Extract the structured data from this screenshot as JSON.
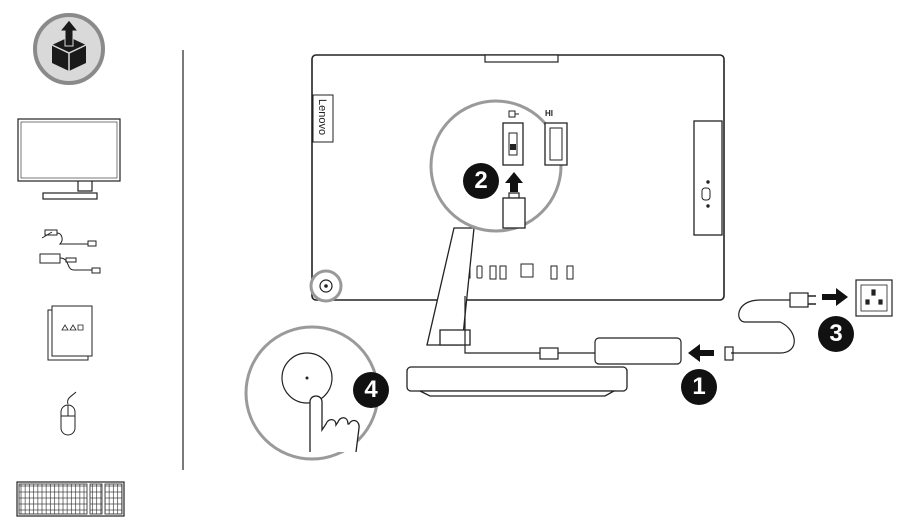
{
  "monitor": {
    "brand": "Lenovo"
  },
  "steps": [
    {
      "number": "1"
    },
    {
      "number": "2"
    },
    {
      "number": "3"
    },
    {
      "number": "4"
    }
  ],
  "colors": {
    "line": "#222222",
    "badge": "#111111",
    "callout_border": "#9a9a9a",
    "unbox_bg": "#d9d9d9"
  },
  "icons": [
    "unbox-icon",
    "monitor-icon",
    "cable-icon",
    "adapter-icon",
    "documents-icon",
    "mouse-icon",
    "keyboard-icon",
    "wall-outlet-icon",
    "power-button-icon",
    "finger-press-icon"
  ]
}
